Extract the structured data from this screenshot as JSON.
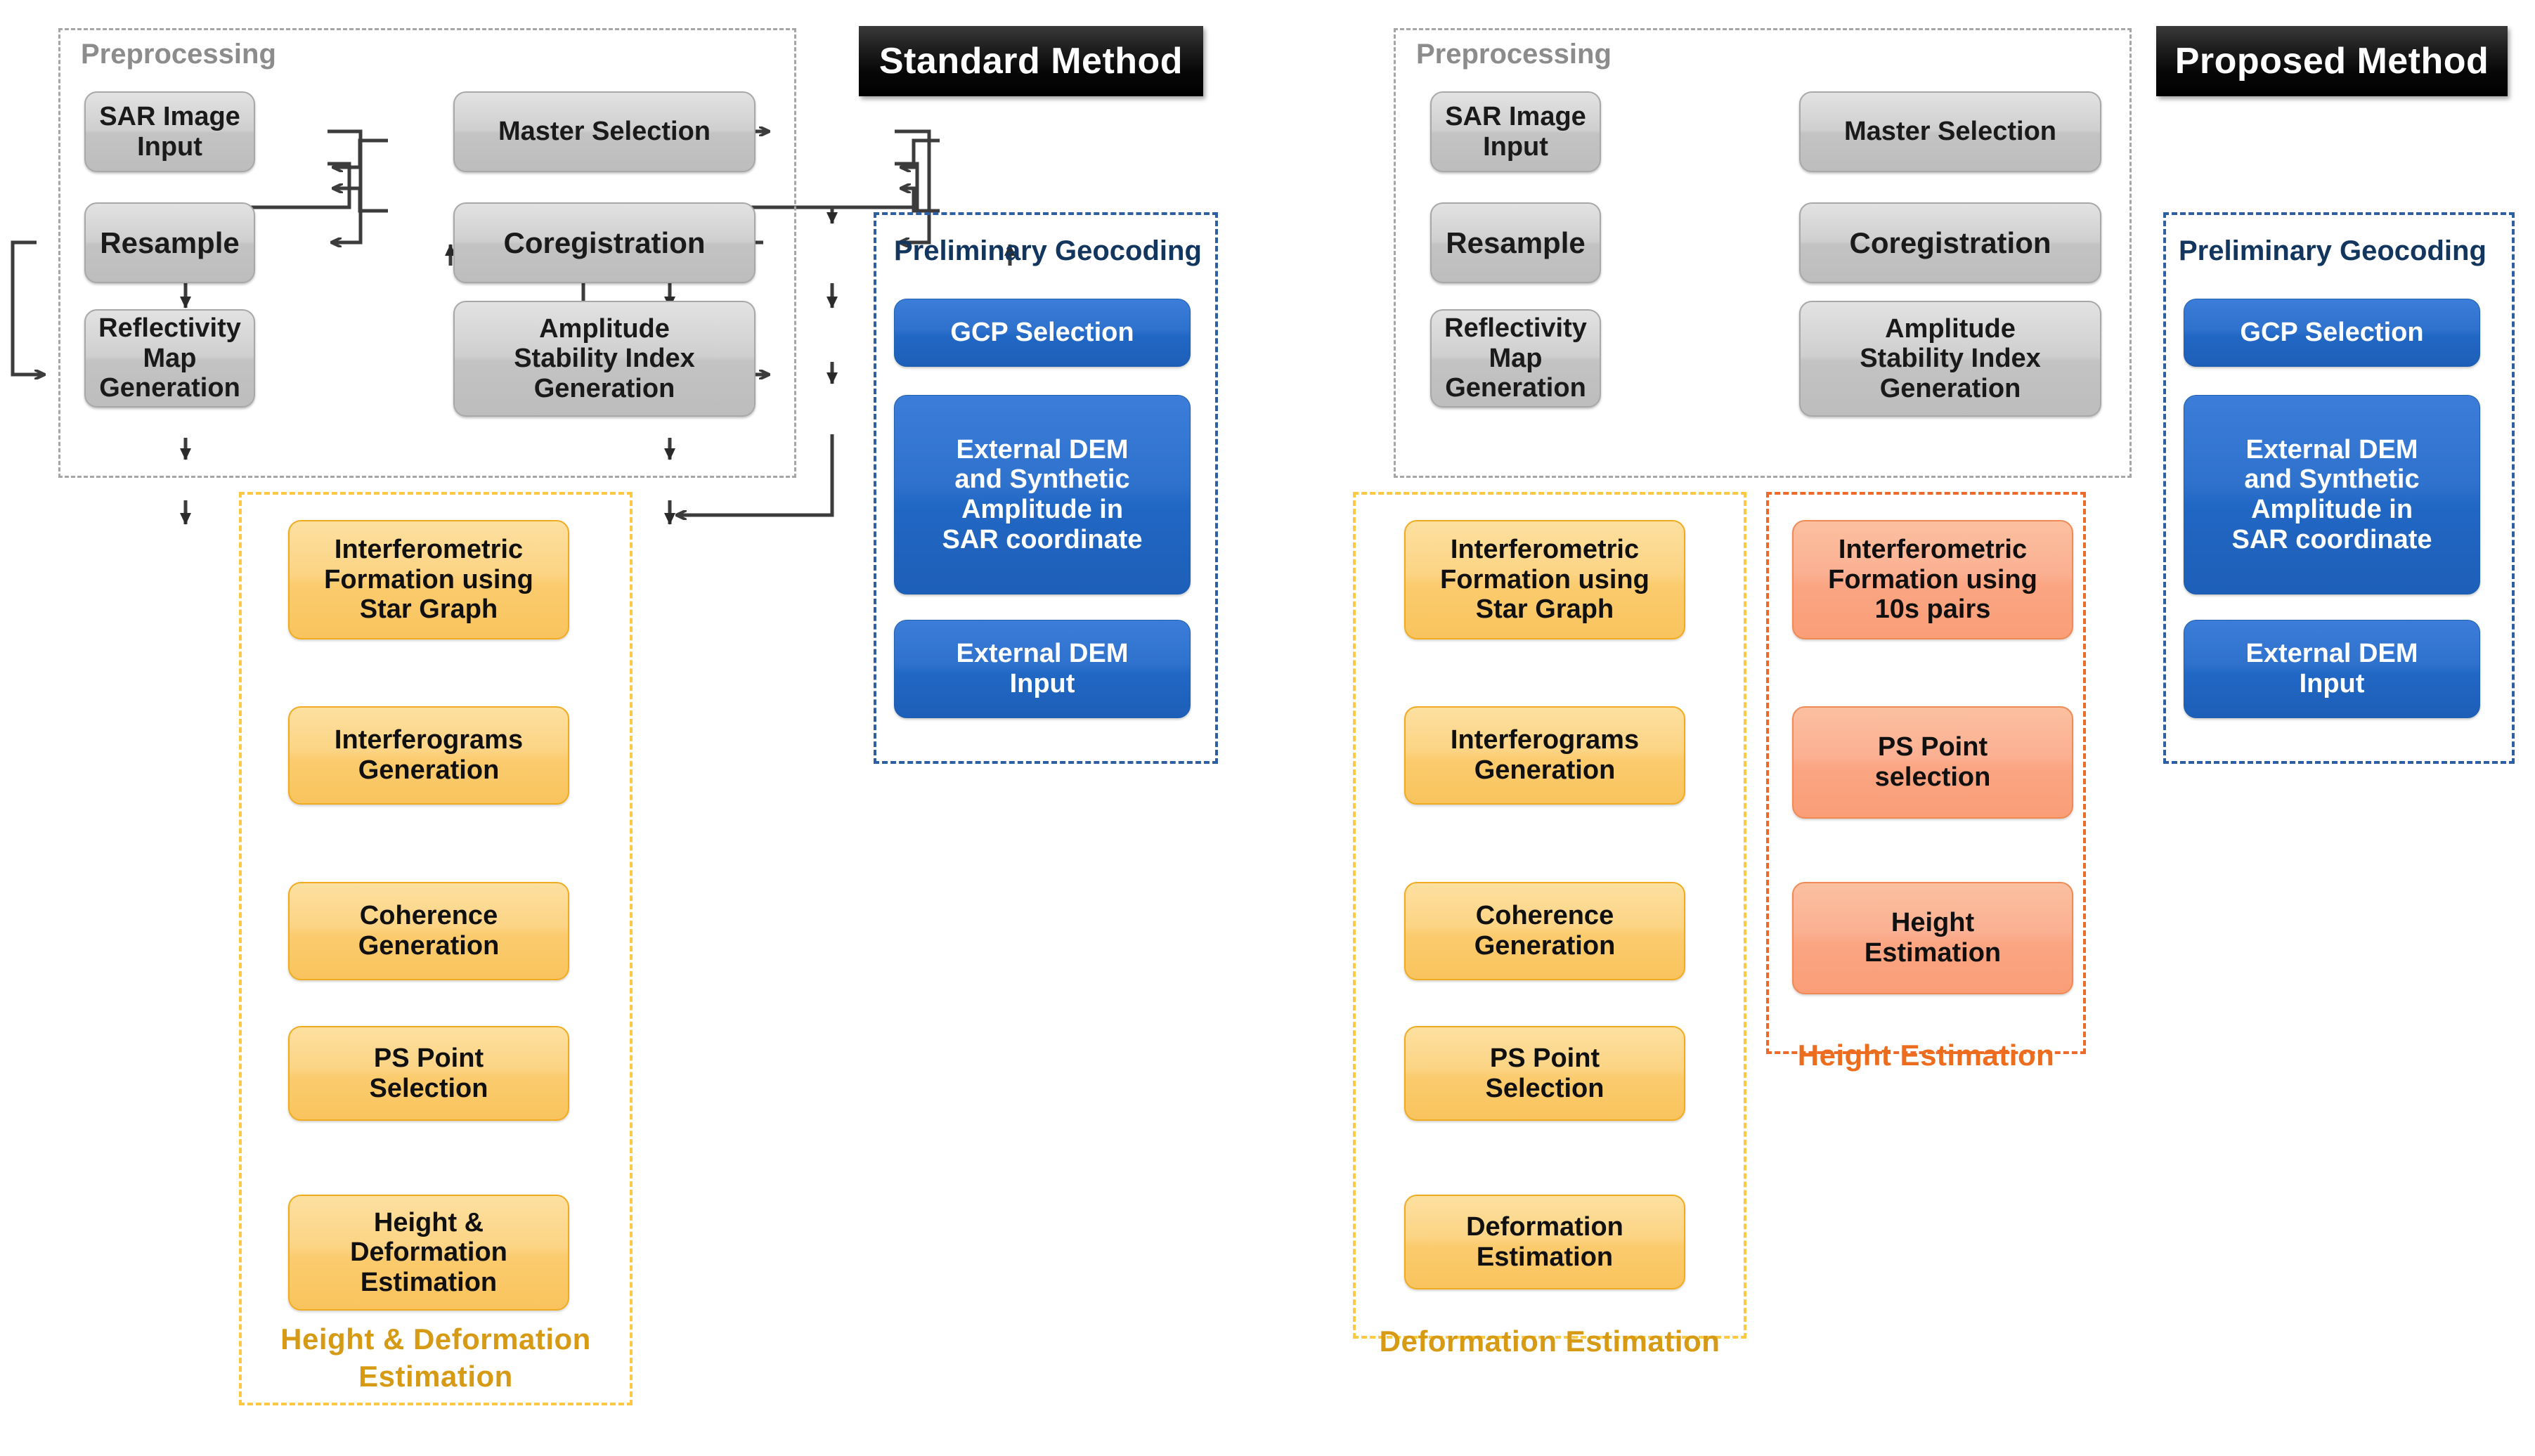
{
  "figure": {
    "type": "flowchart-comparison",
    "panels": [
      {
        "id": "standard",
        "title": "Standard Method",
        "groups": {
          "preprocessing": {
            "label": "Preprocessing",
            "nodes": [
              {
                "id": "sar-image-input",
                "label": "SAR Image Input"
              },
              {
                "id": "master-selection",
                "label": "Master Selection"
              },
              {
                "id": "resample",
                "label": "Resample"
              },
              {
                "id": "coregistration",
                "label": "Coregistration"
              },
              {
                "id": "reflectivity-map-generation",
                "label": "Reflectivity Map\nGeneration"
              },
              {
                "id": "amplitude-stability-index-generation",
                "label": "Amplitude\nStability Index\nGeneration"
              }
            ]
          },
          "geocoding": {
            "label": "Preliminary Geocoding",
            "nodes": [
              {
                "id": "gcp-selection",
                "label": "GCP Selection"
              },
              {
                "id": "external-dem-synthetic-amplitude",
                "label": "External DEM\nand Synthetic\nAmplitude in\nSAR coordinate"
              },
              {
                "id": "external-dem-input",
                "label": "External DEM\nInput"
              }
            ]
          },
          "estimation": {
            "label": "Height & Deformation\nEstimation",
            "nodes": [
              {
                "id": "interferometric-formation-star-graph",
                "label": "Interferometric\nFormation using\nStar Graph"
              },
              {
                "id": "interferograms-generation",
                "label": "Interferograms\nGeneration"
              },
              {
                "id": "coherence-generation",
                "label": "Coherence\nGeneration"
              },
              {
                "id": "ps-point-selection",
                "label": "PS Point\nSelection"
              },
              {
                "id": "height-deformation-estimation",
                "label": "Height &\nDeformation\nEstimation"
              }
            ]
          }
        }
      },
      {
        "id": "proposed",
        "title": "Proposed Method",
        "groups": {
          "preprocessing": {
            "label": "Preprocessing",
            "nodes": [
              {
                "id": "sar-image-input",
                "label": "SAR Image Input"
              },
              {
                "id": "master-selection",
                "label": "Master Selection"
              },
              {
                "id": "resample",
                "label": "Resample"
              },
              {
                "id": "coregistration",
                "label": "Coregistration"
              },
              {
                "id": "reflectivity-map-generation",
                "label": "Reflectivity Map\nGeneration"
              },
              {
                "id": "amplitude-stability-index-generation",
                "label": "Amplitude\nStability Index\nGeneration"
              }
            ]
          },
          "geocoding": {
            "label": "Preliminary Geocoding",
            "nodes": [
              {
                "id": "gcp-selection",
                "label": "GCP Selection"
              },
              {
                "id": "external-dem-synthetic-amplitude",
                "label": "External DEM\nand Synthetic\nAmplitude in\nSAR coordinate"
              },
              {
                "id": "external-dem-input",
                "label": "External DEM\nInput"
              }
            ]
          },
          "deformation": {
            "label": "Deformation  Estimation",
            "nodes": [
              {
                "id": "interferometric-formation-star-graph",
                "label": "Interferometric\nFormation using\nStar Graph"
              },
              {
                "id": "interferograms-generation",
                "label": "Interferograms\nGeneration"
              },
              {
                "id": "coherence-generation",
                "label": "Coherence\nGeneration"
              },
              {
                "id": "ps-point-selection",
                "label": "PS Point\nSelection"
              },
              {
                "id": "deformation-estimation",
                "label": "Deformation\nEstimation"
              }
            ]
          },
          "height": {
            "label": "Height  Estimation",
            "nodes": [
              {
                "id": "interferometric-formation-10s-pairs",
                "label": "Interferometric\nFormation using\n10s pairs"
              },
              {
                "id": "ps-point-selection-height",
                "label": "PS Point\nselection"
              },
              {
                "id": "height-estimation",
                "label": "Height\nEstimation"
              }
            ]
          }
        }
      }
    ]
  },
  "colors": {
    "gray_node": "#cfcfcf",
    "blue_node": "#2167c4",
    "yellow_node": "#fbcb6d",
    "orange_node": "#fba582",
    "gray_dash": "#a6a6a6",
    "blue_dash": "#2e5fa3",
    "yellow_dash": "#fdc944",
    "orange_dash": "#ee6a2a",
    "yellow_label": "#d69a14",
    "orange_label": "#ed6d1f",
    "plaque_bg": "#000000",
    "plaque_text": "#ffffff",
    "connector": "#404040"
  },
  "labels": {
    "standard_title": "Standard Method",
    "proposed_title": "Proposed Method",
    "preprocessing": "Preprocessing",
    "preliminary_geocoding": "Preliminary Geocoding",
    "sar_image_input": "SAR Image Input",
    "master_selection": "Master Selection",
    "resample": "Resample",
    "coregistration": "Coregistration",
    "reflectivity_map_l1": "Reflectivity Map",
    "reflectivity_map_l2": "Generation",
    "amplitude_l1": "Amplitude",
    "amplitude_l2": "Stability Index",
    "amplitude_l3": "Generation",
    "gcp_selection": "GCP Selection",
    "ext_dem_synth_l1": "External DEM",
    "ext_dem_synth_l2": "and Synthetic",
    "ext_dem_synth_l3": "Amplitude in",
    "ext_dem_synth_l4": "SAR coordinate",
    "ext_dem_input_l1": "External DEM",
    "ext_dem_input_l2": "Input",
    "interf_star_l1": "Interferometric",
    "interf_star_l2": "Formation using",
    "interf_star_l3": "Star Graph",
    "interferograms_l1": "Interferograms",
    "interferograms_l2": "Generation",
    "coherence_l1": "Coherence",
    "coherence_l2": "Generation",
    "ps_point_l1": "PS Point",
    "ps_point_l2": "Selection",
    "ps_point_lower_l2": "selection",
    "height_def_l1": "Height &",
    "height_def_l2": "Deformation",
    "height_def_l3": "Estimation",
    "deformation_l1": "Deformation",
    "deformation_l2": "Estimation",
    "interf_10s_l1": "Interferometric",
    "interf_10s_l2": "Formation using",
    "interf_10s_l3": "10s pairs",
    "height_est_l1": "Height",
    "height_est_l2": "Estimation",
    "group_hd_l1": "Height & Deformation",
    "group_hd_l2": "Estimation",
    "group_def": "Deformation  Estimation",
    "group_he": "Height  Estimation"
  }
}
